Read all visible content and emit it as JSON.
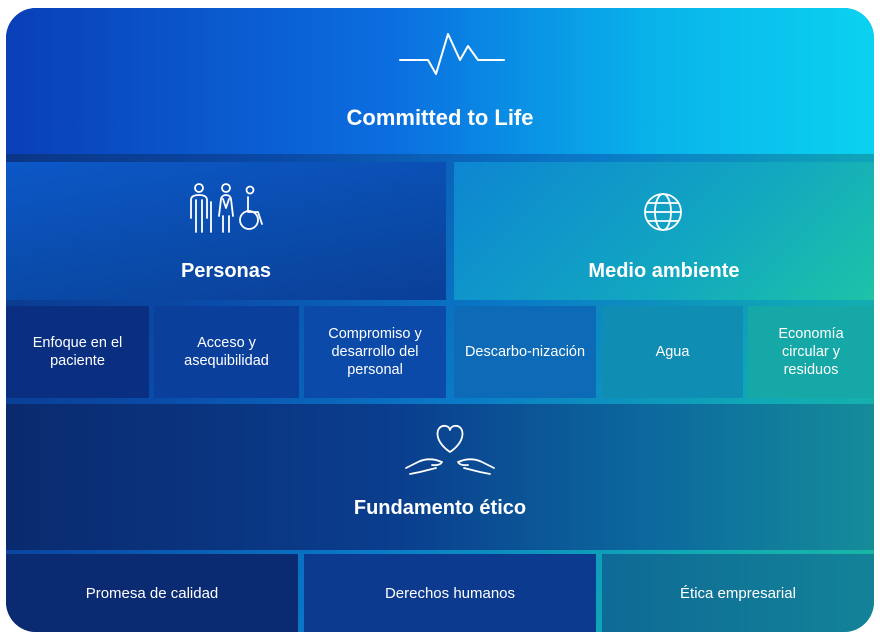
{
  "header": {
    "title": "Committed to Life",
    "icon": "heartbeat-line-icon"
  },
  "pillars": {
    "people": {
      "title": "Personas",
      "icon": "people-icon"
    },
    "environment": {
      "title": "Medio ambiente",
      "icon": "globe-icon"
    }
  },
  "subtopics": [
    "Enfoque en el paciente",
    "Acceso y asequibilidad",
    "Compromiso y desarrollo del personal",
    "Descarbo-nización",
    "Agua",
    "Economía circular y residuos"
  ],
  "foundation": {
    "title": "Fundamento ético",
    "icon": "heart-hands-icon"
  },
  "foundation_items": [
    "Promesa de calidad",
    "Derechos humanos",
    "Ética empresarial"
  ],
  "colors": {
    "blue": "#0a3fb8",
    "cyan": "#0bd2f0",
    "teal": "#1dc3a7",
    "navy": "#0a2a6e"
  }
}
